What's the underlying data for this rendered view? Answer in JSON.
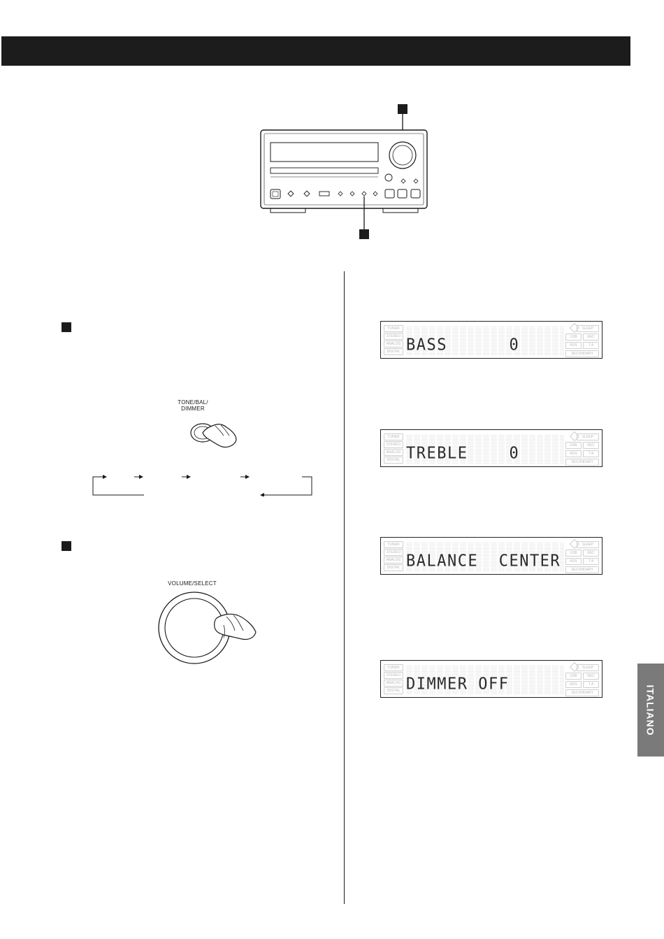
{
  "buttons": {
    "tone_bal_dimmer_label_line1": "TONE/BAL/",
    "tone_bal_dimmer_label_line2": "DIMMER",
    "volume_select_label": "VOLUME/SELECT"
  },
  "lcd_indicators": {
    "left": [
      "TUNER",
      "STEREO",
      "ANALOG",
      "DIGITAL"
    ],
    "right_row1": [
      "SLEEP"
    ],
    "right_row2": [
      "USB",
      "REC"
    ],
    "right_row3": [
      "RDS",
      "T A"
    ],
    "right_row4": [
      "SECONDARY"
    ]
  },
  "displays": [
    {
      "text": "BASS      0"
    },
    {
      "text": "TREBLE    0"
    },
    {
      "text": "BALANCE  CENTER"
    },
    {
      "text": "DIMMER OFF"
    }
  ],
  "side_tab": {
    "label": "ITALIANO"
  },
  "colors": {
    "bar": "#1c1c1c",
    "tab": "#7a7a7a",
    "lcd_text": "#2a2a2a"
  }
}
